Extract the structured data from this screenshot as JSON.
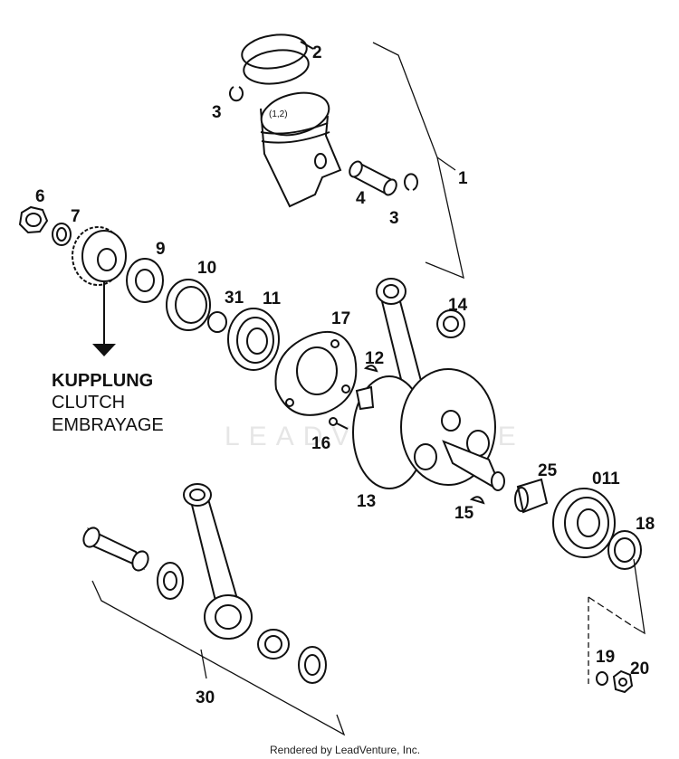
{
  "part_labels": {
    "p1": "1",
    "p2": "2",
    "p3a": "3",
    "p3b": "3",
    "p4": "4",
    "p6": "6",
    "p7": "7",
    "p9": "9",
    "p10": "10",
    "p31": "31",
    "p11": "11",
    "p17": "17",
    "p12": "12",
    "p14": "14",
    "p16": "16",
    "p13": "13",
    "p25": "25",
    "p011": "011",
    "p15": "15",
    "p18": "18",
    "p30": "30",
    "p19": "19",
    "p20": "20"
  },
  "piston_note": "(1,2)",
  "clutch_text": {
    "line1": "KUPPLUNG",
    "line2": "CLUTCH",
    "line3": "EMBRAYAGE"
  },
  "watermark": "LEADVENTURE",
  "footer": "Rendered by LeadVenture, Inc."
}
